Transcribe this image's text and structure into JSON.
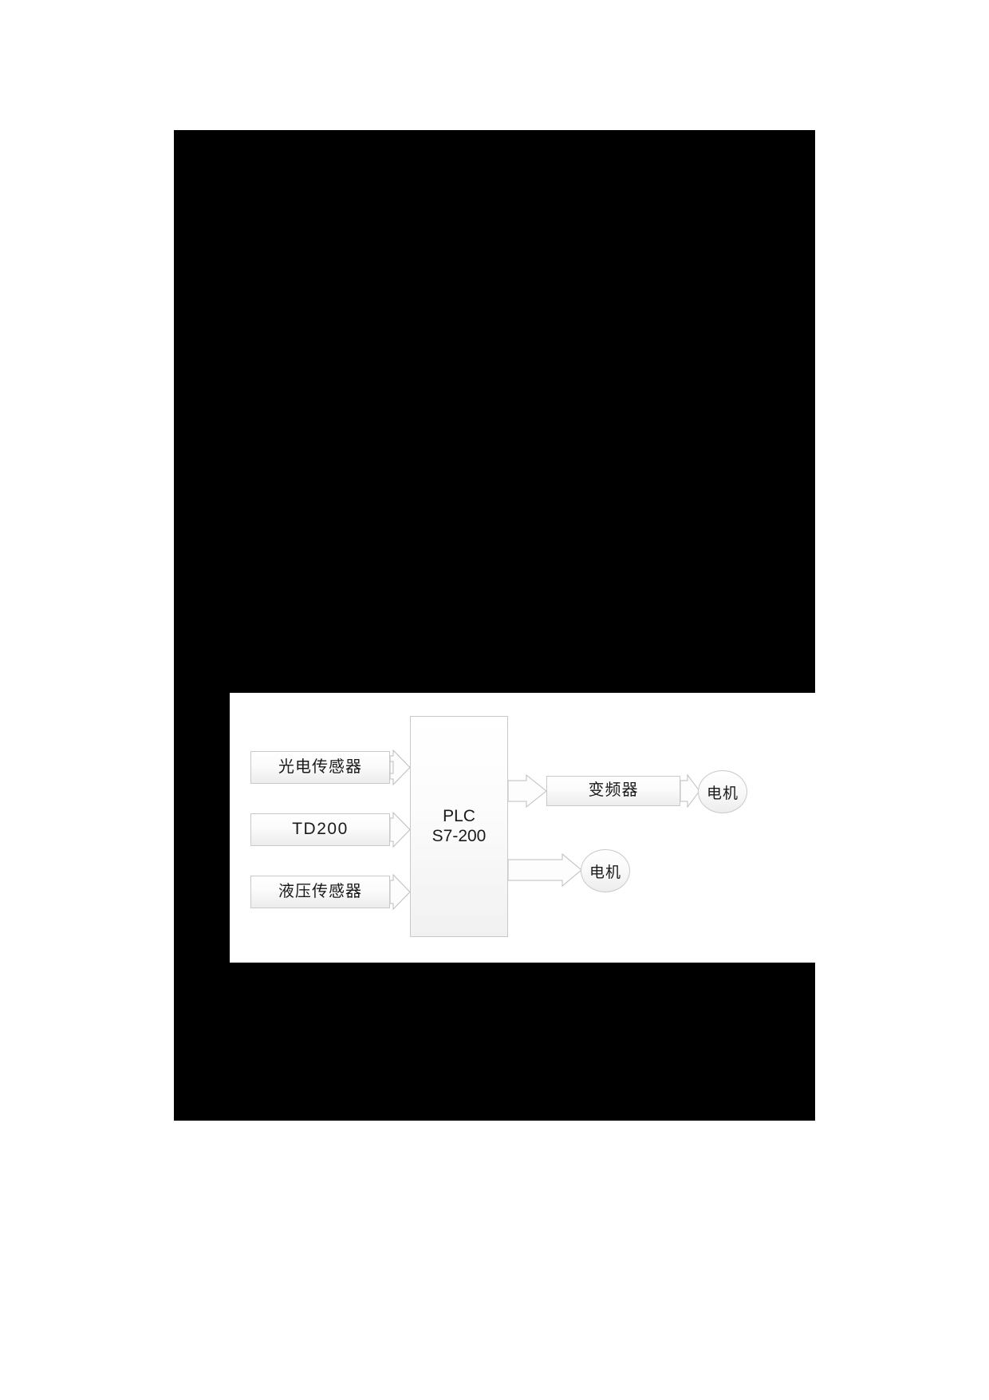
{
  "page": {
    "background_color": "#ffffff",
    "plate_color": "#000000",
    "panel_color": "#ffffff"
  },
  "diagram": {
    "title": "PLC S7-200 control block diagram",
    "nodes": {
      "photoelectric_sensor": "光电传感器",
      "td200": "TD200",
      "hydraulic_sensor": "液压传感器",
      "plc_line1": "PLC",
      "plc_line2": "S7-200",
      "inverter": "变频器",
      "motor_inverter": "电机",
      "motor_direct": "电机"
    },
    "colors": {
      "box_border": "#c9c9c9",
      "box_fill_top": "#ffffff",
      "box_fill_bottom": "#ececed",
      "arrow_stroke": "#bdbdbd",
      "arrow_fill": "#fdfdfd",
      "text": "#1a1a1a"
    },
    "edges": [
      {
        "from": "光电传感器",
        "to": "PLC S7-200",
        "style": "block-arrow"
      },
      {
        "from": "TD200",
        "to": "PLC S7-200",
        "style": "block-arrow"
      },
      {
        "from": "液压传感器",
        "to": "PLC S7-200",
        "style": "block-arrow"
      },
      {
        "from": "PLC S7-200",
        "to": "变频器",
        "style": "block-arrow"
      },
      {
        "from": "变频器",
        "to": "电机",
        "style": "block-arrow"
      },
      {
        "from": "PLC S7-200",
        "to": "电机",
        "style": "block-arrow"
      }
    ]
  }
}
